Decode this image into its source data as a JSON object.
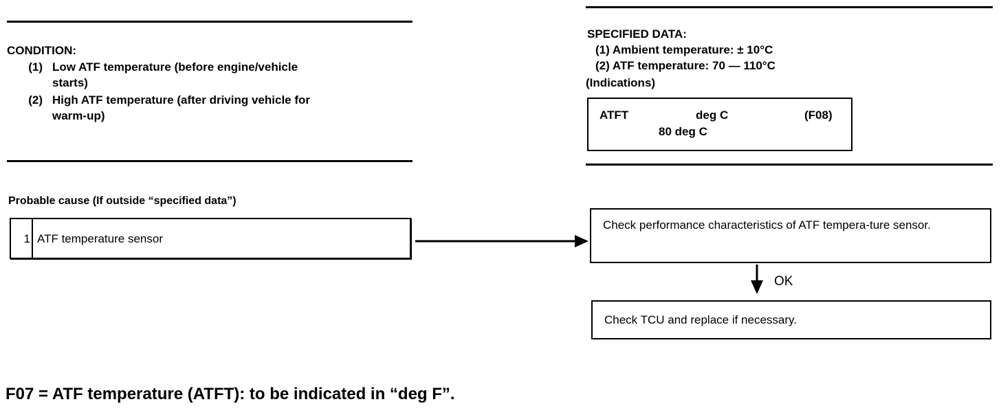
{
  "condition": {
    "title": "CONDITION:",
    "items": [
      {
        "num": "(1)",
        "line1": "Low ATF temperature (before engine/vehicle",
        "line2": "starts)"
      },
      {
        "num": "(2)",
        "line1": "High ATF temperature (after driving vehicle for",
        "line2": "warm-up)"
      }
    ]
  },
  "specified": {
    "title": "SPECIFIED DATA:",
    "items": [
      {
        "num": "(1)",
        "text": "Ambient temperature: ± 10°C"
      },
      {
        "num": "(2)",
        "text": "ATF temperature: 70 — 110°C"
      }
    ],
    "indications_label": "(Indications)",
    "display": {
      "name": "ATFT",
      "unit": "deg C",
      "code": "(F08)",
      "value": "80 deg C"
    }
  },
  "probable_cause": {
    "title": "Probable cause (If outside “specified data”)",
    "causes": [
      {
        "num": "1",
        "text": "ATF temperature sensor"
      }
    ]
  },
  "flow": {
    "step1": "Check performance characteristics of ATF tempera-ture sensor.",
    "ok_label": "OK",
    "step2": "Check TCU and replace if necessary."
  },
  "footer": "F07 = ATF temperature (ATFT): to be indicated in “deg F”."
}
